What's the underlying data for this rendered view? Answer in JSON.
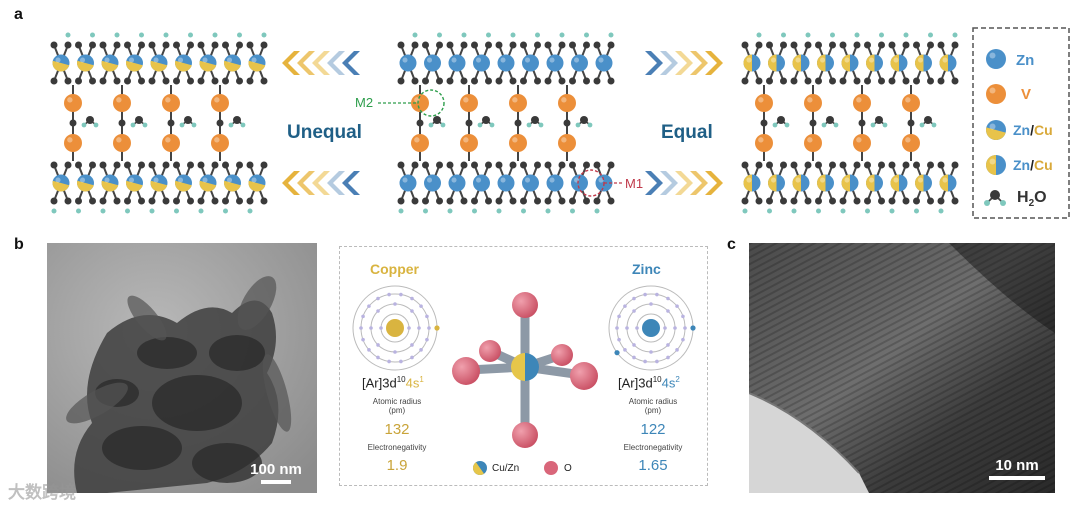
{
  "panels": {
    "a": "a",
    "b": "b",
    "c": "c"
  },
  "panel_a": {
    "left_word": "Unequal",
    "right_word": "Equal",
    "site_labels": {
      "m2": "M2",
      "m1": "M1"
    },
    "key": {
      "zn": "Zn",
      "v": "V",
      "zncu1_zn": "Zn",
      "zncu1_slash": "/",
      "zncu1_cu": "Cu",
      "zncu2_zn": "Zn",
      "zncu2_slash": "/",
      "zncu2_cu": "Cu",
      "h2o_h": "H",
      "h2o_2": "2",
      "h2o_o": "O"
    },
    "colors": {
      "zn": "#4a90c9",
      "v": "#ec8f3a",
      "cu": "#e8c34a",
      "o": "#3a3a3a",
      "h": "#7fc8bd",
      "arrow_blue": "#4a7fb5",
      "arrow_gold": "#e6b33d"
    }
  },
  "panel_b": {
    "scale_label": "100 nm",
    "copper": {
      "name": "Copper",
      "config_base": "[Ar]3d",
      "config_sup1": "10",
      "config_orb": "4s",
      "config_sup2": "1",
      "radius_label_1": "Atomic radius",
      "radius_label_2": "(pm)",
      "radius": "132",
      "en_label": "Electronegativity",
      "en": "1.9"
    },
    "zinc": {
      "name": "Zinc",
      "config_base": "[Ar]3d",
      "config_sup1": "10",
      "config_orb": "4s",
      "config_sup2": "2",
      "radius_label_1": "Atomic radius",
      "radius_label_2": "(pm)",
      "radius": "122",
      "en_label": "Electronegativity",
      "en": "1.65"
    },
    "legend": {
      "cuzn": "Cu/Zn",
      "o": "O"
    },
    "colors": {
      "copper": "#d9b440",
      "zinc": "#3d86b8",
      "oxygen": "#d9667a"
    }
  },
  "panel_c": {
    "scale_label": "10 nm"
  },
  "watermark": "大数跨境"
}
